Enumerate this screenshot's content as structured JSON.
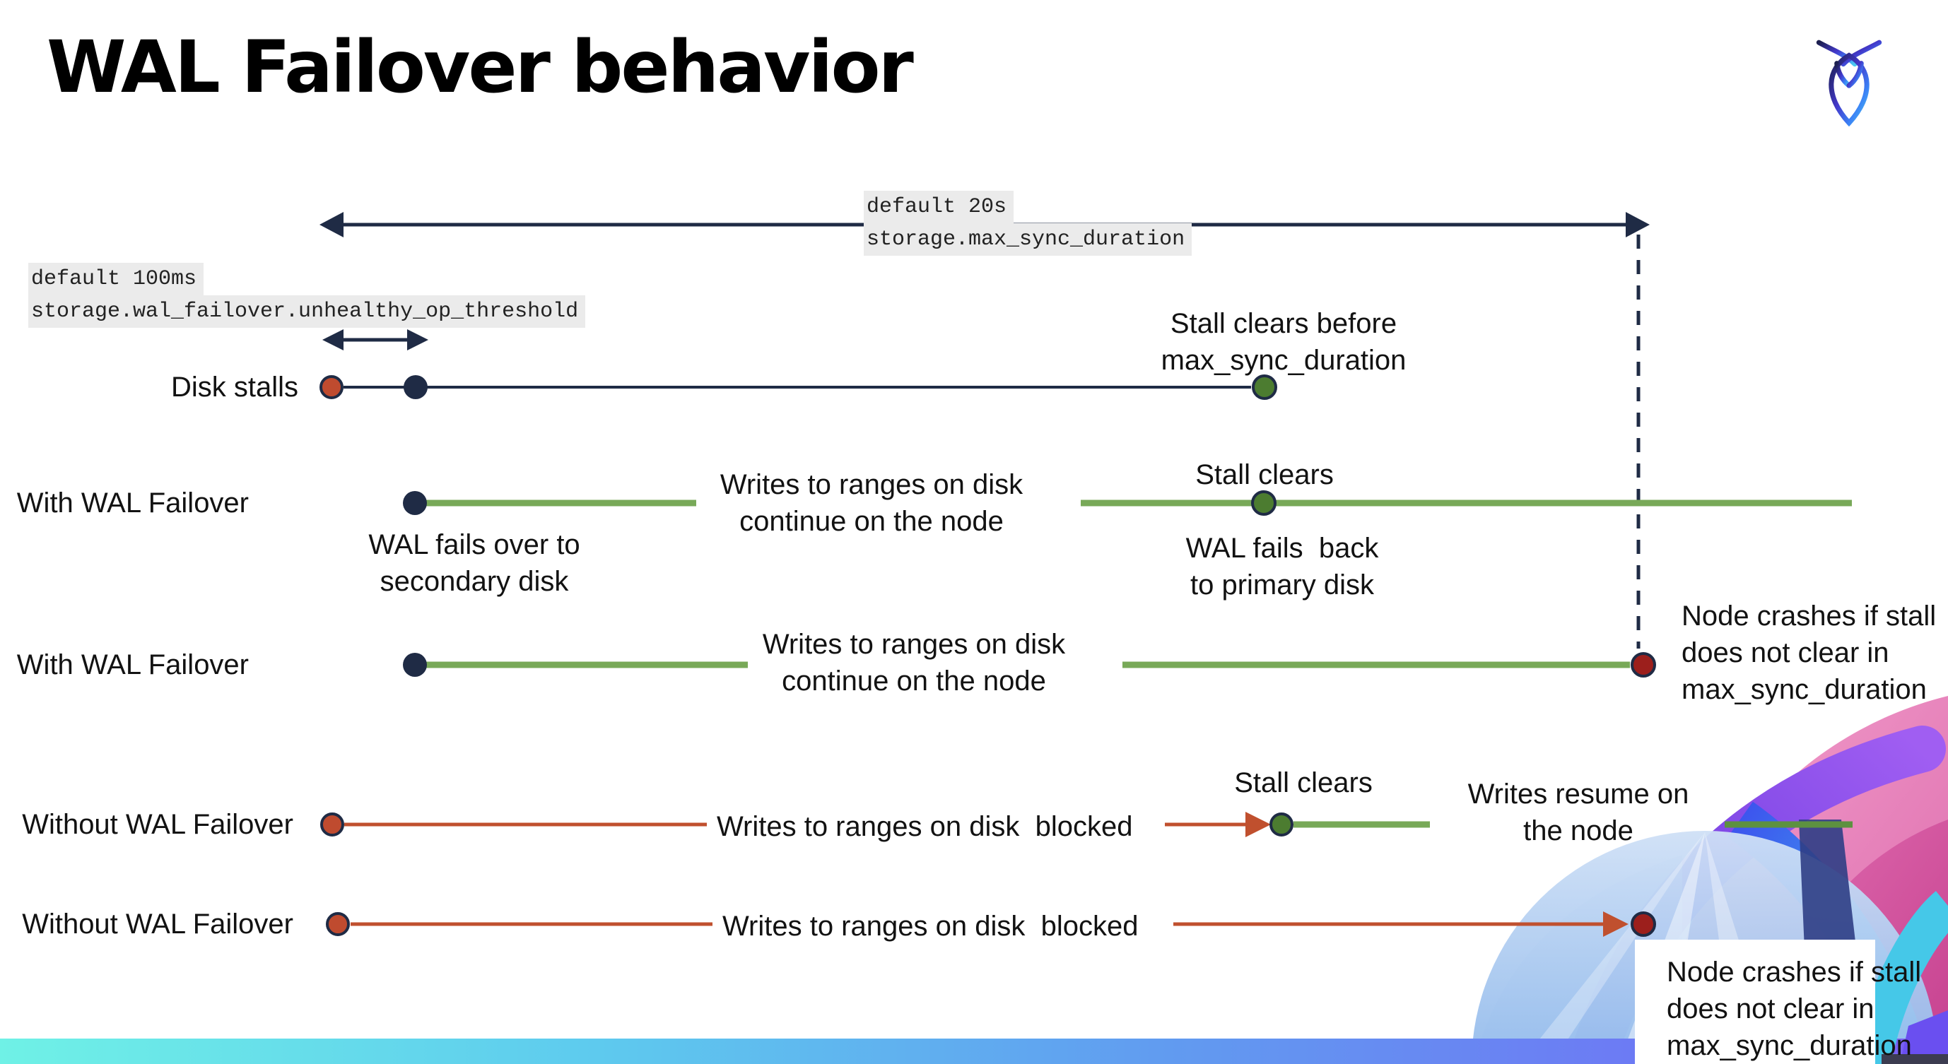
{
  "page": {
    "title": "WAL Failover behavior"
  },
  "settings": [
    {
      "default_label": "default 20s",
      "setting_name": "storage.max_sync_duration"
    },
    {
      "default_label": "default 100ms",
      "setting_name": "storage.wal_failover.unhealthy_op_threshold"
    }
  ],
  "rows": [
    {
      "label": "Disk stalls"
    },
    {
      "label": "With WAL Failover"
    },
    {
      "label": "With WAL Failover"
    },
    {
      "label": "Without WAL Failover"
    },
    {
      "label": "Without WAL Failover"
    }
  ],
  "labels": {
    "stall_clears_before": "Stall clears before\nmax_sync_duration",
    "wal_fails_over": "WAL fails over to\nsecondary disk",
    "writes_continue_1": "Writes to ranges on disk\ncontinue on the node",
    "stall_clears_1": "Stall clears",
    "wal_fails_back": "WAL fails  back\nto primary disk",
    "writes_continue_2": "Writes to ranges on disk\ncontinue on the node",
    "node_crashes_1": "Node crashes if stall\ndoes not clear in\nmax_sync_duration",
    "writes_blocked_1": "Writes to ranges on disk  blocked",
    "stall_clears_2": "Stall clears",
    "writes_resume": "Writes resume on\nthe node",
    "writes_blocked_2": "Writes to ranges on disk  blocked",
    "node_crashes_2": "Node crashes if stall\ndoes not clear in\nmax_sync_duration"
  },
  "colors": {
    "navy": "#1f2b45",
    "red_line": "#c0502e",
    "red_dot": "#bf4b2f",
    "crash_dot": "#9c1f1c",
    "green_dot": "#4c7c30",
    "green_line": "#78a958",
    "code_bg": "#ebebeb",
    "bar_gradient_start": "#6ff1e6",
    "bar_gradient_end": "#7a5cf2"
  }
}
